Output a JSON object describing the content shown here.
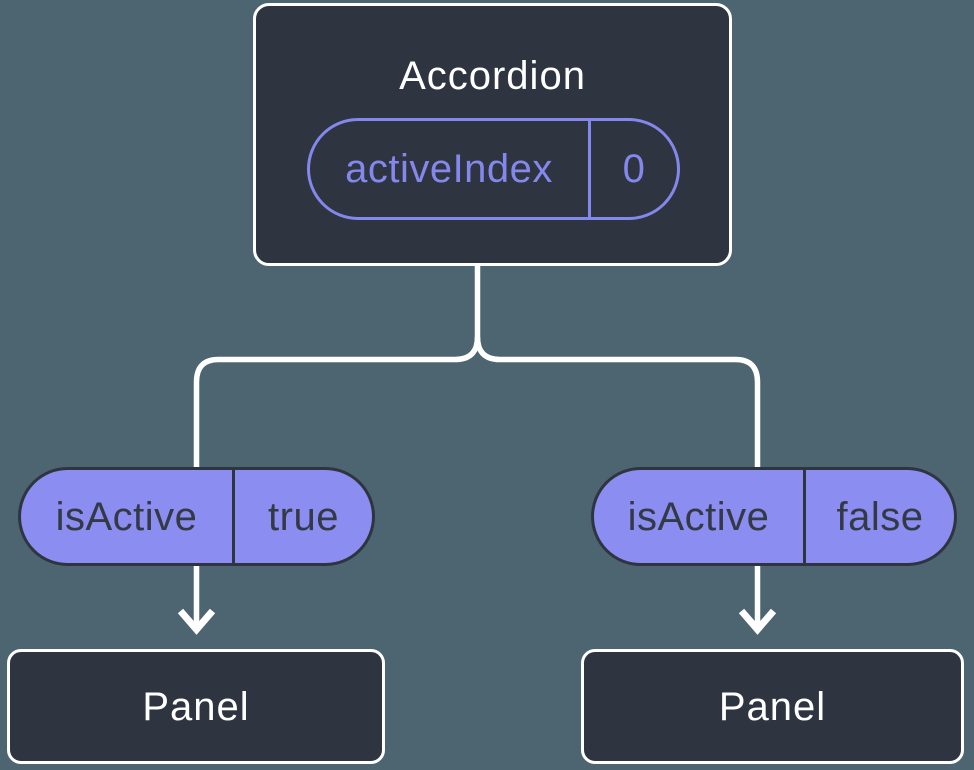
{
  "colors": {
    "bg": "#4d6570",
    "nodeFill": "#2e3540",
    "nodeBorder": "#ffffff",
    "line": "#ffffff",
    "accent": "#8487ec",
    "pillFill": "#8b8df0",
    "pillBorder": "#2e3540",
    "pillText": "#333a45",
    "titleText": "#ffffff"
  },
  "tree": {
    "root": {
      "title": "Accordion",
      "prop": {
        "name": "activeIndex",
        "value": "0"
      }
    },
    "children": [
      {
        "prop": {
          "name": "isActive",
          "value": "true"
        },
        "title": "Panel"
      },
      {
        "prop": {
          "name": "isActive",
          "value": "false"
        },
        "title": "Panel"
      }
    ]
  }
}
